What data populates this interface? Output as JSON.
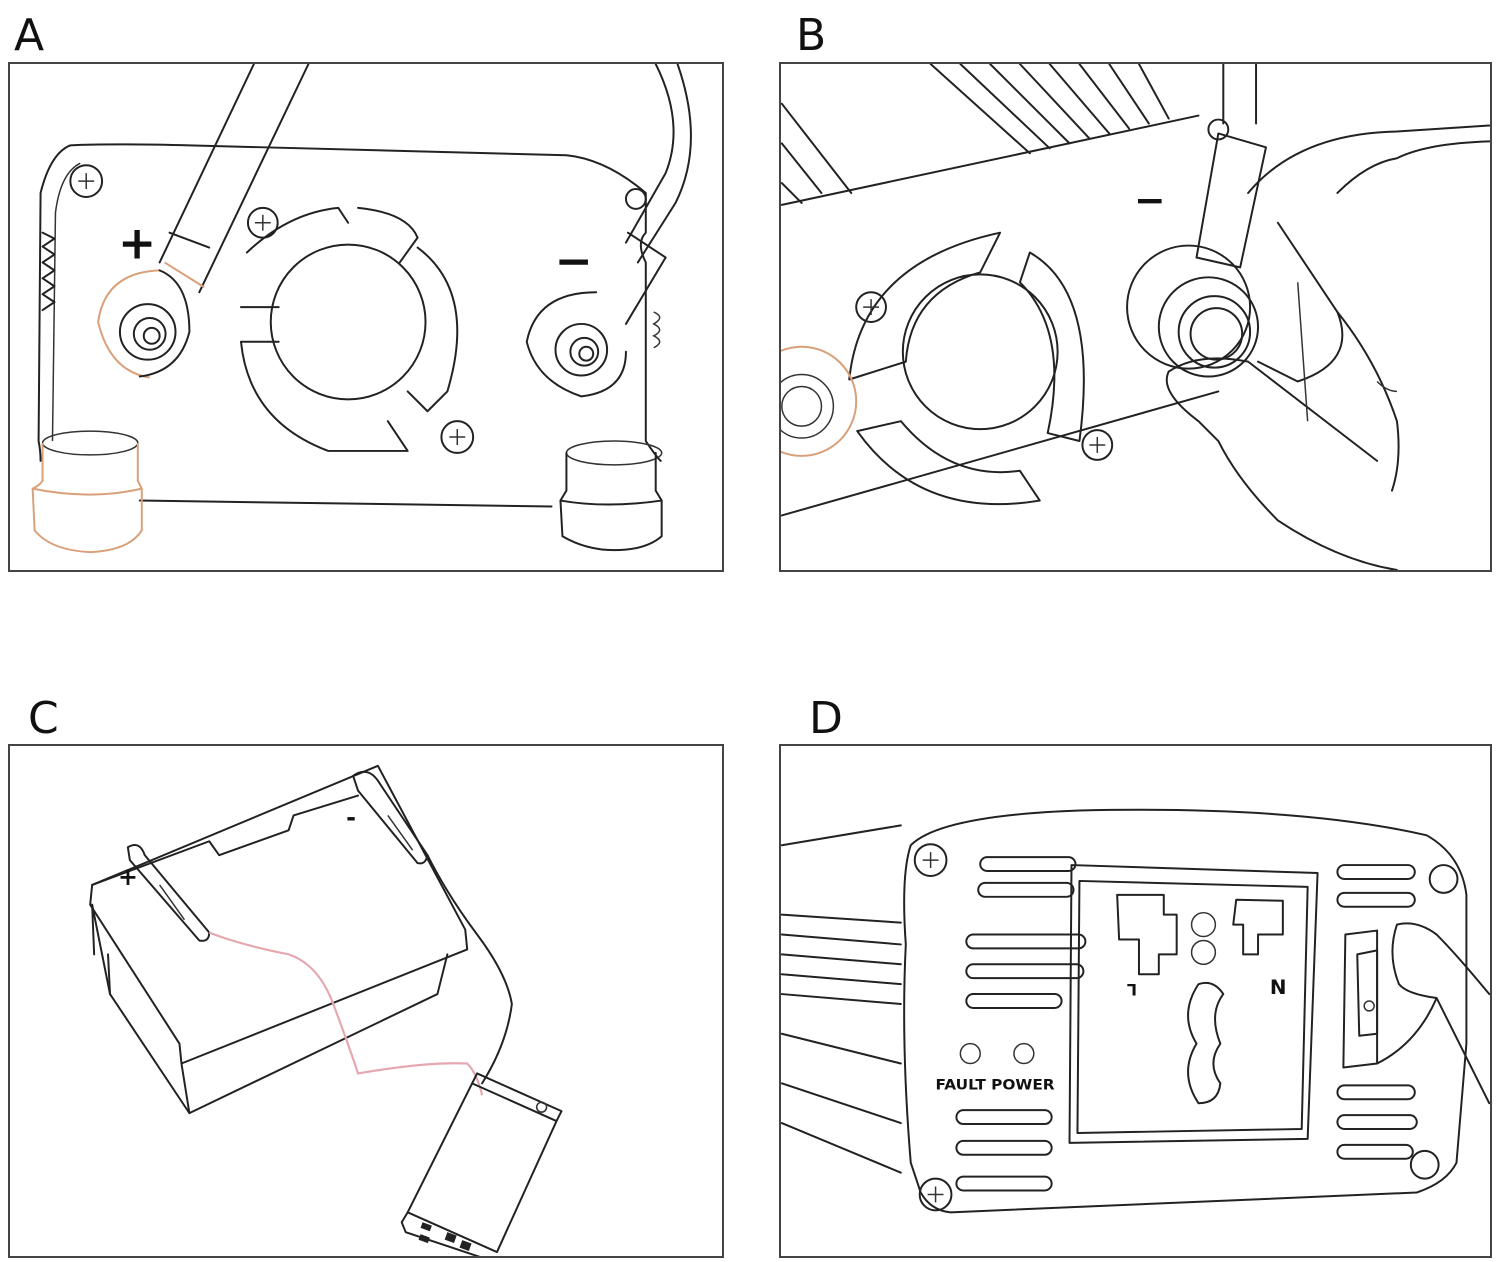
{
  "steps": [
    {
      "letter": "A",
      "description": "Connect positive and negative cable lugs to inverter terminals",
      "labels": {
        "positive": "+",
        "negative": "−"
      }
    },
    {
      "letter": "B",
      "description": "Tighten the negative terminal nut by hand",
      "labels": {
        "negative": "−"
      }
    },
    {
      "letter": "C",
      "description": "Connect inverter cables to battery terminals",
      "labels": {
        "positive": "+",
        "negative": "-"
      }
    },
    {
      "letter": "D",
      "description": "Press the power switch on the inverter front panel",
      "labels": {
        "fault_power": "FAULT POWER",
        "live": "L",
        "neutral": "N"
      }
    }
  ],
  "colors": {
    "line": "#222222",
    "positive_accent": "#d9a07a",
    "cable_pink": "#e5a8b0",
    "frame": "#444444"
  }
}
